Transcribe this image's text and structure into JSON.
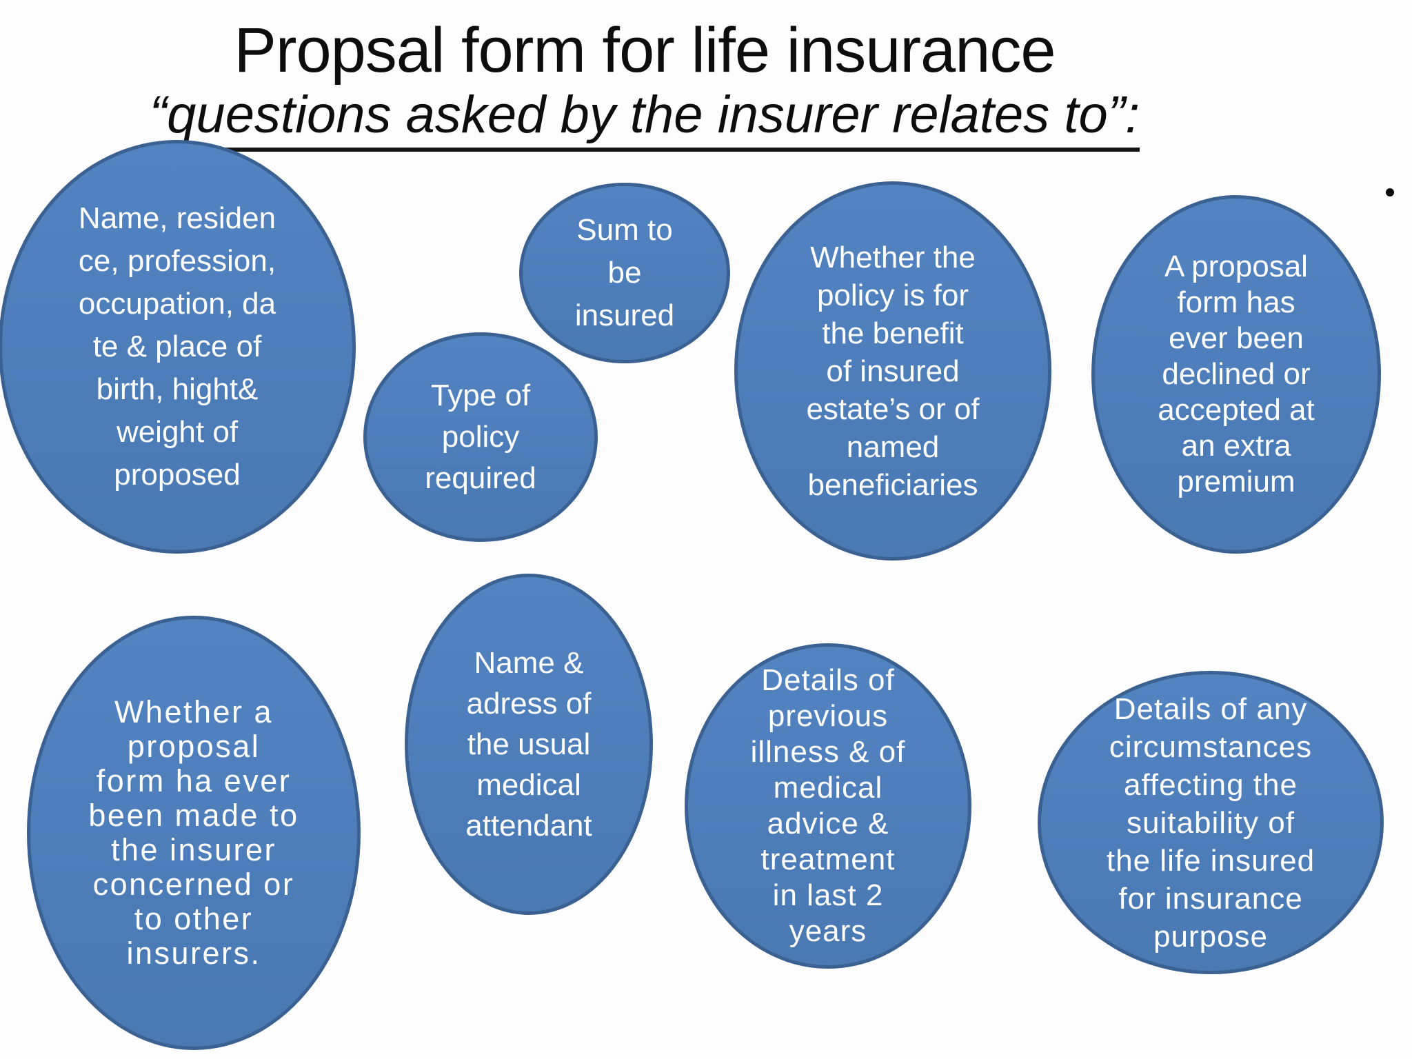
{
  "slide": {
    "title": "Propsal form for life insurance",
    "subtitle": "“questions asked by the insurer relates to”:",
    "stray_bullet": "•"
  },
  "colors": {
    "bubble_fill": "#4e7fbc",
    "bubble_border": "#3a6191",
    "bubble_text": "#ffffff",
    "title_text": "#0d0d0d",
    "background": "#fdfdfd"
  },
  "bubbles": [
    {
      "name": "personal-details",
      "lines": [
        "Name, residen",
        "ce, profession,",
        "occupation, da",
        "te & place of",
        "birth, hight&",
        "weight of",
        "proposed"
      ]
    },
    {
      "name": "policy-type",
      "lines": [
        "Type of",
        "policy",
        "required"
      ]
    },
    {
      "name": "sum-insured",
      "lines": [
        "Sum to",
        "be",
        "insured"
      ]
    },
    {
      "name": "policy-benefit",
      "lines": [
        "Whether the",
        "policy is for",
        "the benefit",
        "of insured",
        "estate’s or of",
        "named",
        "beneficiaries"
      ]
    },
    {
      "name": "declined-or-extra-premium",
      "lines": [
        "A proposal",
        "form has",
        "ever been",
        "declined or",
        "accepted at",
        "an extra",
        "premium"
      ]
    },
    {
      "name": "previous-proposals",
      "lines": [
        "Whether a",
        "proposal",
        "form ha ever",
        "been made to",
        "the insurer",
        "concerned or",
        "to other",
        "insurers."
      ]
    },
    {
      "name": "medical-attendant",
      "lines": [
        "Name &",
        "adress of",
        "the usual",
        "medical",
        "attendant"
      ]
    },
    {
      "name": "previous-illness",
      "lines": [
        "Details of",
        "previous",
        "illness & of",
        "medical",
        "advice &",
        "treatment",
        "in last 2",
        "years"
      ]
    },
    {
      "name": "suitability-circumstances",
      "lines": [
        "Details of any",
        "circumstances",
        "affecting the",
        "suitability of",
        "the life insured",
        "for insurance",
        "purpose"
      ]
    }
  ]
}
